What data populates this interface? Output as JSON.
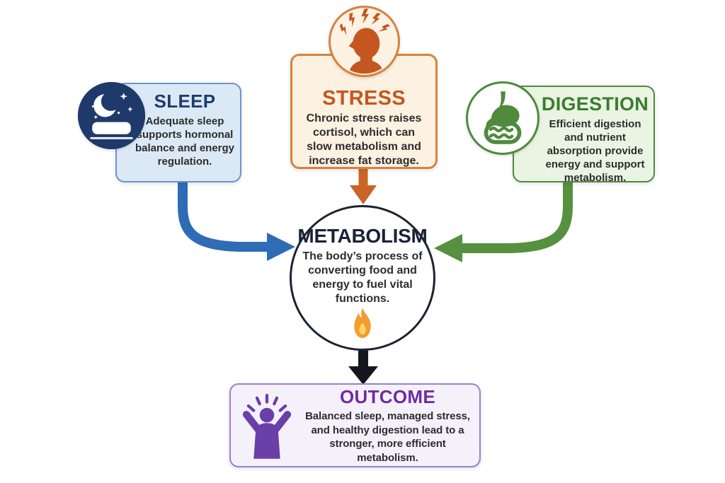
{
  "nodes": {
    "sleep": {
      "title": "SLEEP",
      "description": "Adequate sleep supports hormonal balance and energy regulation.",
      "icon": "moon-stars-bed-icon",
      "colors": {
        "accent": "#1f3d6d",
        "card_bg": "#dbe9f7",
        "border": "#6a95cc",
        "icon_bg": "#1e3a6b"
      }
    },
    "stress": {
      "title": "STRESS",
      "description": "Chronic stress raises cortisol, which can slow metabolism and increase fat storage.",
      "icon": "stressed-head-icon",
      "colors": {
        "accent": "#c4571f",
        "card_bg": "#fdf1e1",
        "border": "#d8823e"
      }
    },
    "digestion": {
      "title": "DIGESTION",
      "description": "Efficient digestion and nutrient absorption provide energy and support metabolism.",
      "icon": "stomach-intestines-icon",
      "colors": {
        "accent": "#3a7c2e",
        "card_bg": "#eaf4e2",
        "border": "#4f8a3d"
      }
    },
    "metabolism": {
      "title": "METABOLISM",
      "description": "The body’s process of converting food and energy to fuel vital functions.",
      "icon": "flame-icon",
      "colors": {
        "accent": "#1a2238",
        "border": "#1b2433",
        "bg": "#ffffff",
        "flame_outer": "#f59b30",
        "flame_inner": "#ffd760"
      }
    },
    "outcome": {
      "title": "OUTCOME",
      "description": "Balanced sleep, managed stress, and healthy digestion lead to a stronger, more efficient metabolism.",
      "icon": "person-celebrating-icon",
      "colors": {
        "accent": "#6f2da0",
        "card_bg": "#f5f1fb",
        "border": "#9b7fd0",
        "icon": "#6a3fa8"
      }
    }
  },
  "arrows": [
    {
      "from": "sleep",
      "to": "metabolism",
      "color": "#2e6cb5"
    },
    {
      "from": "stress",
      "to": "metabolism",
      "color": "#c96527"
    },
    {
      "from": "digestion",
      "to": "metabolism",
      "color": "#55913f"
    },
    {
      "from": "metabolism",
      "to": "outcome",
      "color": "#15171c"
    }
  ]
}
